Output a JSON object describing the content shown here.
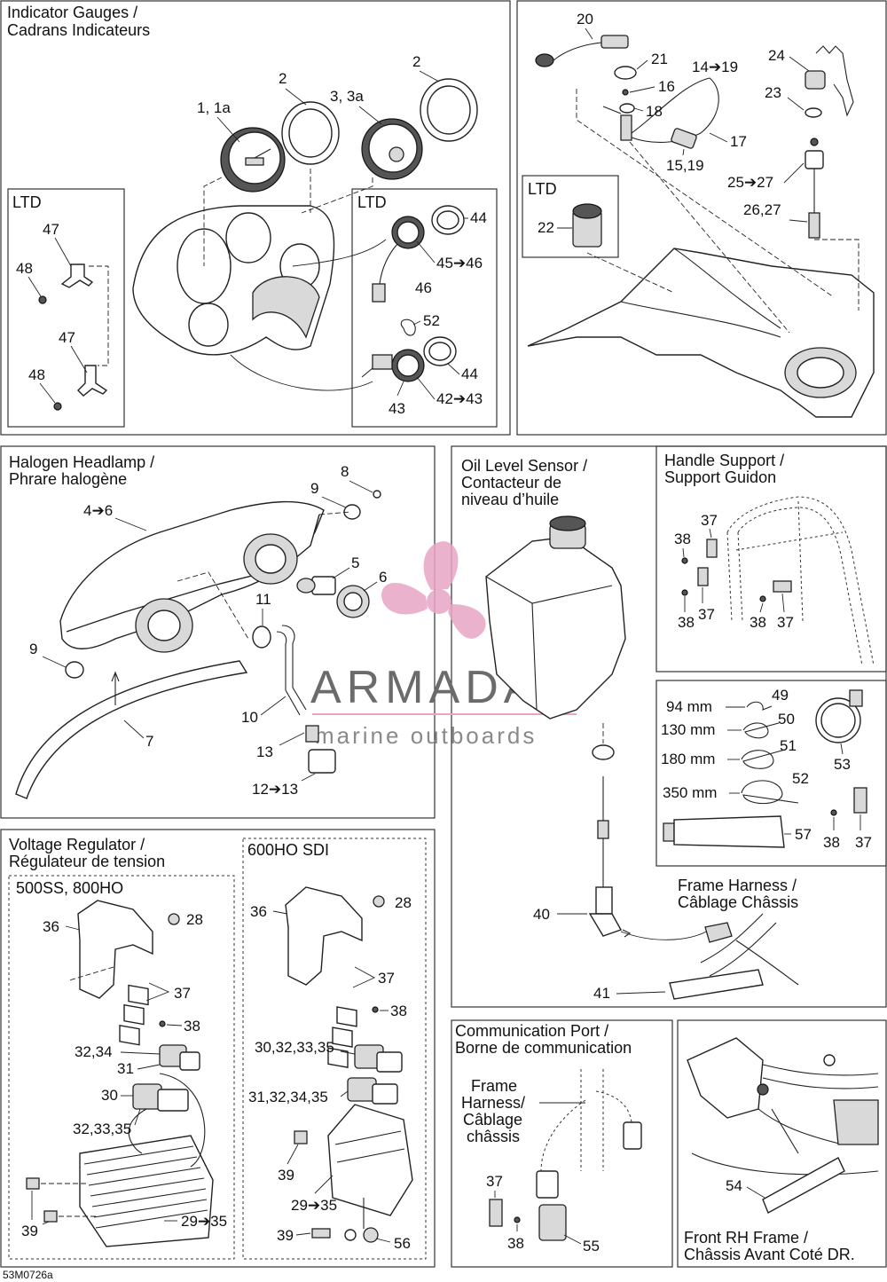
{
  "document_code": "53M0726a",
  "watermark": {
    "brand": "ARMADA",
    "tagline": "marine outboards"
  },
  "panels": {
    "gauges": {
      "title_en": "Indicator Gauges /",
      "title_fr": "Cadrans Indicateurs",
      "sub1": "LTD",
      "sub2": "LTD"
    },
    "ignition": {
      "sub": "LTD"
    },
    "headlamp": {
      "title_en": "Halogen Headlamp /",
      "title_fr": "Phrare halogène"
    },
    "oil": {
      "title_en": "Oil Level Sensor /",
      "title_fr1": "Contacteur de",
      "title_fr2": "niveau d’huile"
    },
    "handle": {
      "title_en": "Handle Support /",
      "title_fr": "Support Guidon"
    },
    "ties": {
      "sizes": [
        "94 mm",
        "130 mm",
        "180 mm",
        "350 mm"
      ]
    },
    "frame_harness": {
      "title_en": "Frame Harness /",
      "title_fr": "Câblage Châssis"
    },
    "regulator": {
      "title_en": "Voltage Regulator /",
      "title_fr": "Régulateur de tension",
      "sub1": "500SS, 800HO",
      "sub2": "600HO SDI"
    },
    "comm": {
      "title_en": "Communication Port /",
      "title_fr": "Borne de communication",
      "label1": "Frame",
      "label2": "Harness/",
      "label3": "Câblage",
      "label4": "châssis"
    },
    "frontframe": {
      "title_en": "Front RH Frame  /",
      "title_fr": "Châssis Avant Coté DR."
    }
  },
  "callouts": {
    "c1_1a": "1, 1a",
    "c2a": "2",
    "c2b": "2",
    "c3_3a": "3, 3a",
    "c47a": "47",
    "c48a": "48",
    "c47b": "47",
    "c48b": "48",
    "c44a": "44",
    "c45_46": "45➔46",
    "c46": "46",
    "c52a": "52",
    "c44b": "44",
    "c42_43": "42➔43",
    "c43": "43",
    "c20": "20",
    "c21": "21",
    "c16": "16",
    "c18": "18",
    "c14_19": "14➔19",
    "c17": "17",
    "c15_19": "15,19",
    "c24": "24",
    "c23": "23",
    "c25_27": "25➔27",
    "c26_27": "26,27",
    "c22": "22",
    "c4_6": "4➔6",
    "c8": "8",
    "c9a": "9",
    "c5": "5",
    "c6": "6",
    "c11": "11",
    "c9b": "9",
    "c10": "10",
    "c7": "7",
    "c13": "13",
    "c12_13": "12➔13",
    "c40": "40",
    "c41": "41",
    "c37a": "37",
    "c38a": "38",
    "c38b": "38",
    "c37b": "37",
    "c38c": "38",
    "c37c": "37",
    "c49": "49",
    "c50": "50",
    "c51": "51",
    "c52b": "52",
    "c53": "53",
    "c57": "57",
    "c38d": "38",
    "c37d": "37",
    "c36a": "36",
    "c28a": "28",
    "c37e": "37",
    "c38e": "38",
    "c32_34": "32,34",
    "c31": "31",
    "c30": "30",
    "c32_33_35": "32,33,35",
    "c39a": "39",
    "c29_35a": "29➔35",
    "c36b": "36",
    "c28b": "28",
    "c37f": "37",
    "c38f": "38",
    "c30_32_33_35": "30,32,33,35",
    "c31_32_34_35": "31,32,34,35",
    "c39b": "39",
    "c29_35b": "29➔35",
    "c39c": "39",
    "c56": "56",
    "c37g": "37",
    "c38g": "38",
    "c55": "55",
    "c54": "54"
  }
}
